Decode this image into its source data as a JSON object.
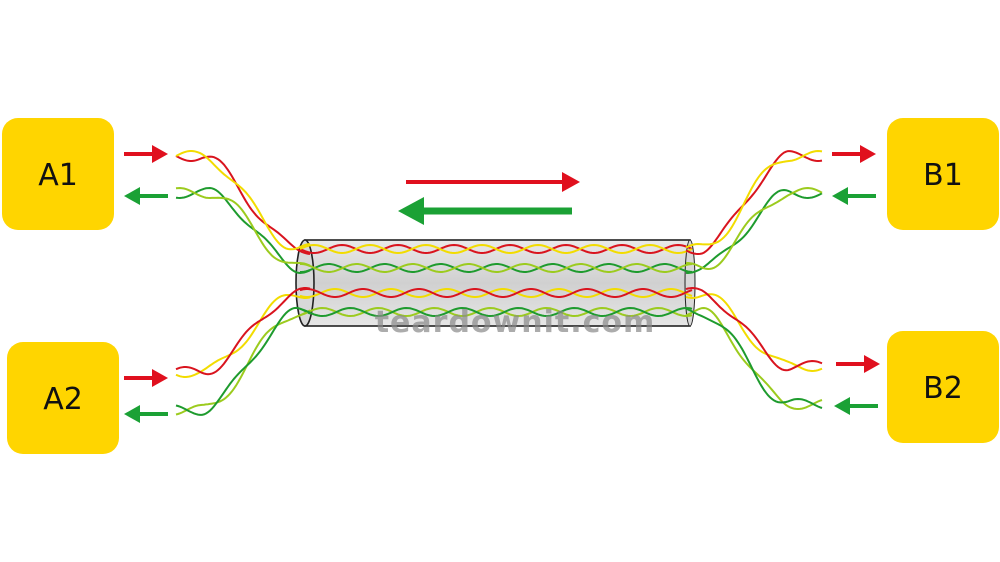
{
  "nodes": {
    "a1": {
      "label": "A1"
    },
    "a2": {
      "label": "A2"
    },
    "b1": {
      "label": "B1"
    },
    "b2": {
      "label": "B2"
    }
  },
  "watermark": "teardownit.com",
  "colors": {
    "node_fill": "#FFD500",
    "tx": "#E0101E",
    "rx": "#1BA135",
    "wire_red": "#D9141E",
    "wire_yellow": "#F2DC00",
    "wire_green": "#1E9B2E",
    "wire_lightgreen": "#9CCB1E",
    "cable_fill": "#DCDCDC",
    "cable_stroke": "#222222"
  }
}
